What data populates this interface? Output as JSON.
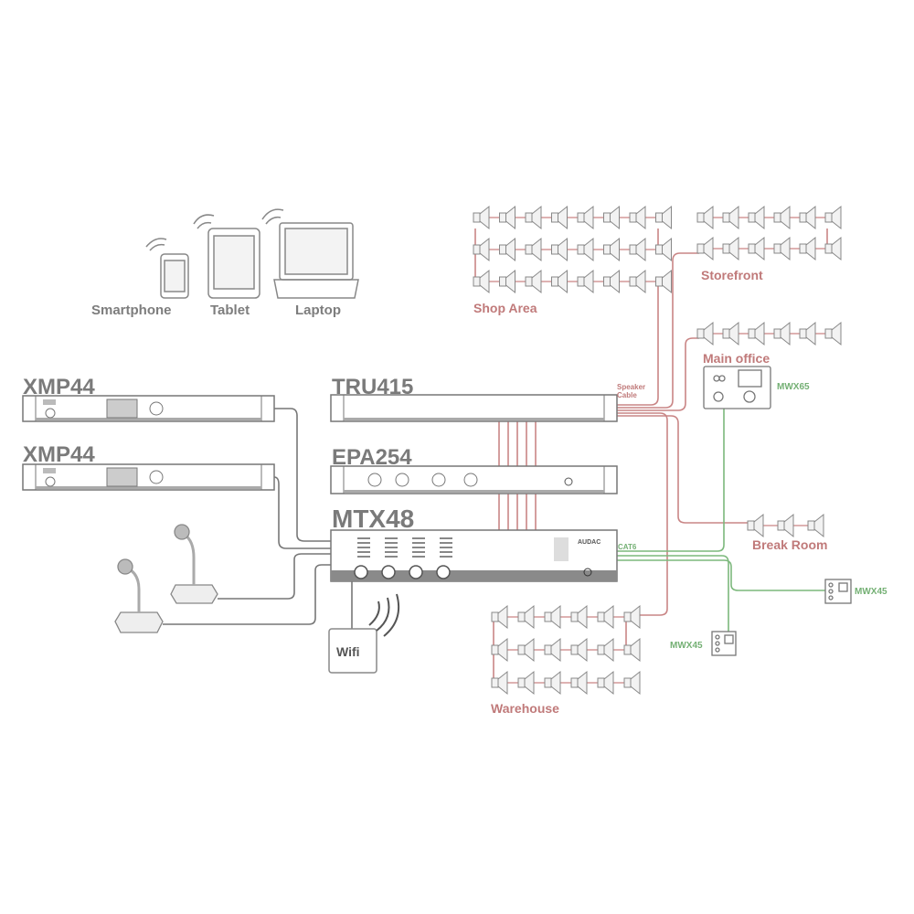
{
  "colors": {
    "device": "#7a7a7a",
    "speaker_line": "#c07a7a",
    "cat6": "#74b074",
    "text_gray": "#7d7d7d"
  },
  "devices_mobile": [
    {
      "label": "Smartphone"
    },
    {
      "label": "Tablet"
    },
    {
      "label": "Laptop"
    }
  ],
  "units": {
    "xmp44_a": {
      "label": "XMP44"
    },
    "xmp44_b": {
      "label": "XMP44"
    },
    "tru415": {
      "label": "TRU415"
    },
    "epa254": {
      "label": "EPA254"
    },
    "mtx48": {
      "label": "MTX48",
      "brand": "AUDAC"
    }
  },
  "cables": {
    "speaker": "Speaker Cable",
    "cat6": "CAT6"
  },
  "wifi": {
    "label": "Wifi"
  },
  "zones": [
    {
      "name": "Shop Area",
      "rows": 3,
      "cols": 8
    },
    {
      "name": "Storefront",
      "rows": 2,
      "cols": 6
    },
    {
      "name": "Main office",
      "rows": 1,
      "cols": 6
    },
    {
      "name": "Break Room",
      "rows": 1,
      "cols": 3
    },
    {
      "name": "Warehouse",
      "rows": 3,
      "cols": 6
    }
  ],
  "wall_panels": [
    {
      "label": "MWX65"
    },
    {
      "label": "MWX45"
    },
    {
      "label": "MWX45"
    }
  ]
}
